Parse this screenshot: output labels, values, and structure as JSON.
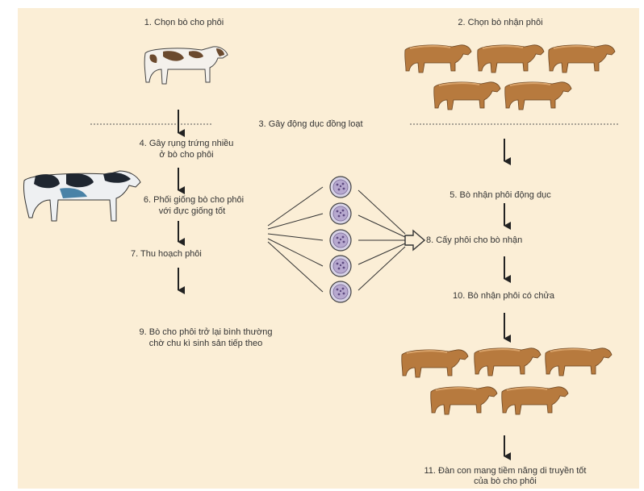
{
  "steps": {
    "s1": "1. Chọn bò cho phôi",
    "s2": "2. Chọn bò nhận phôi",
    "s3": "3. Gây động dục đồng loạt",
    "s4_line1": "4. Gây rụng trứng nhiều",
    "s4_line2": "ở bò cho phôi",
    "s5": "5. Bò nhận phôi động dục",
    "s6_line1": "6. Phối giống bò cho phôi",
    "s6_line2": "với đực giống tốt",
    "s7": "7. Thu hoạch phôi",
    "s8": "8. Cấy phôi cho bò nhận",
    "s9_line1": "9. Bò cho phôi trở lại bình thường",
    "s9_line2": "chờ chu kì sinh sản tiếp theo",
    "s10": "10. Bò nhận phôi có chửa",
    "s11_line1": "11. Đàn con mang tiềm năng di truyền tốt",
    "s11_line2": "của bò cho phôi"
  },
  "colors": {
    "background": "#fbeed6",
    "arrow": "#222222",
    "cow_brown": "#b57a3c",
    "embryo": "#8a6aa8"
  },
  "icons": [
    "donor-cow-icon",
    "recipient-cow-icon",
    "bull-icon",
    "embryo-dish-icon",
    "hollow-arrow-icon"
  ]
}
